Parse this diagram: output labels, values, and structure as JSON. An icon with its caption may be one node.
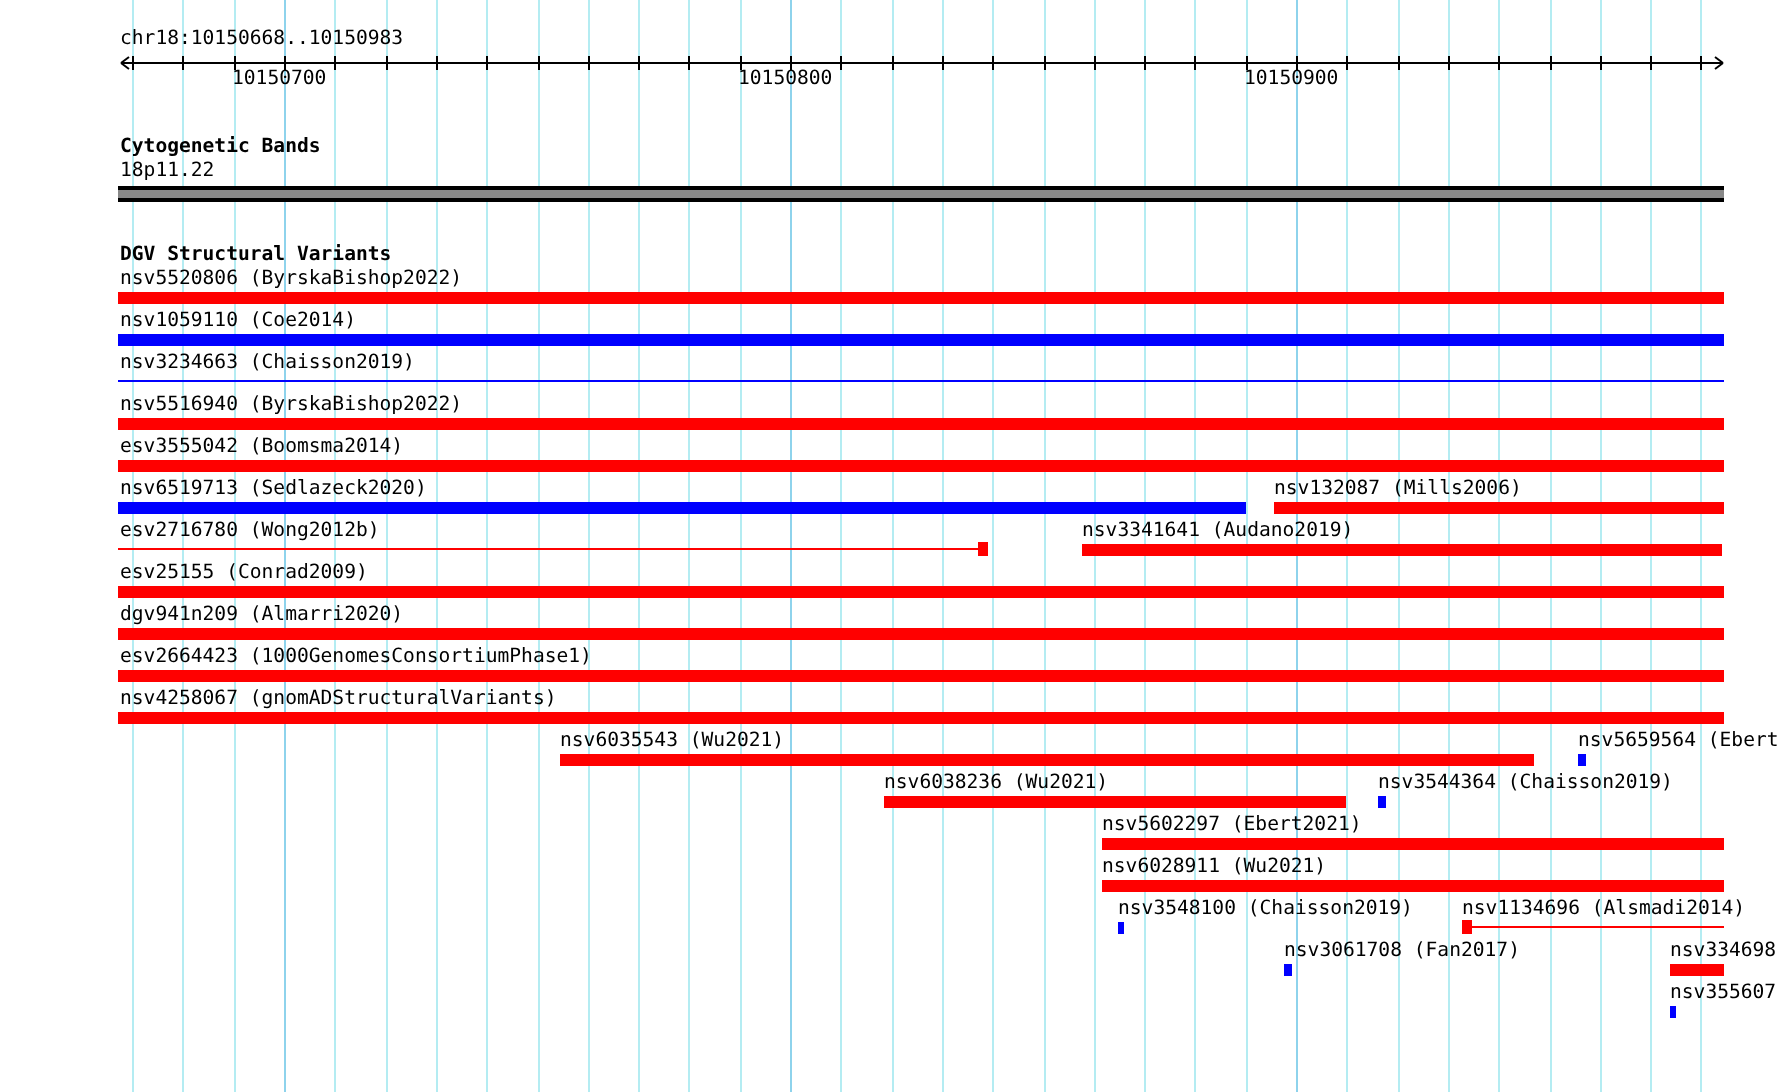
{
  "diagram": {
    "nodes": [
      {
        "text": [
          "18p11.22"
        ]
      },
      {
        "text": [
          "nsv5520806 (ByrskaBishop2022)"
        ]
      },
      {
        "text": [
          "nsv1059110 (Coe2014)"
        ]
      },
      {
        "text": [
          "nsv3234663 (Chaisson2019)"
        ]
      },
      {
        "text": [
          "nsv5516940 (ByrskaBishop2022)"
        ]
      },
      {
        "text": [
          "esv3555042 (Boomsma2014)"
        ]
      },
      {
        "text": [
          "nsv6519713 (Sedlazeck2020)"
        ]
      },
      {
        "text": [
          "nsv132087 (Mills2006)"
        ]
      },
      {
        "text": [
          "esv2716780 (Wong2012b)"
        ]
      },
      {
        "text": [
          "nsv3341641 (Audano2019)"
        ]
      },
      {
        "text": [
          "esv25155 (Conrad2009)"
        ]
      },
      {
        "text": [
          "dgv941n209 (Almarri2020)"
        ]
      },
      {
        "text": [
          "esv2664423 (1000GenomesConsortiumPhase1)"
        ]
      },
      {
        "text": [
          "nsv4258067 (gnomADStructuralVariants)"
        ]
      },
      {
        "text": [
          "nsv6035543 (Wu2021)"
        ]
      },
      {
        "text": [
          "nsv5659564 (Ebert"
        ]
      },
      {
        "text": [
          "nsv6038236 (Wu2021)"
        ]
      },
      {
        "text": [
          "nsv3544364 (Chaisson2019)"
        ]
      },
      {
        "text": [
          "nsv5602297 (Ebert2021)"
        ]
      },
      {
        "text": [
          "nsv6028911 (Wu2021)"
        ]
      },
      {
        "text": [
          "nsv3548100 (Chaisson2019)"
        ]
      },
      {
        "text": [
          "nsv1134696 (Alsmadi2014)"
        ]
      },
      {
        "text": [
          "nsv3061708 (Fan2017)"
        ]
      },
      {
        "text": [
          "nsv334698"
        ]
      },
      {
        "text": [
          "nsv355607"
        ]
      }
    ],
    "labels": [
      "chr18:10150668..10150983",
      "10150700",
      "10150800",
      "10150900",
      "Cytogenetic Bands",
      "DGV Structural Variants"
    ]
  }
}
